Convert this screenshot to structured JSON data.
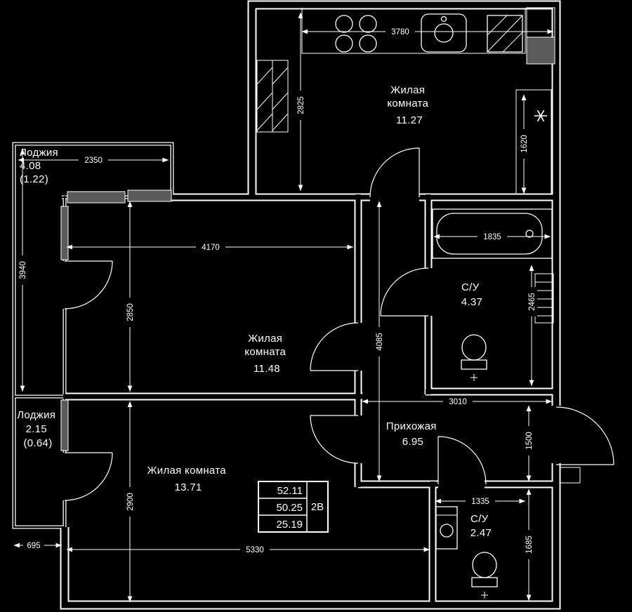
{
  "colors": {
    "background": "#000000",
    "lines": "#ffffff",
    "window_fill": "#5a5a5a"
  },
  "rooms": [
    {
      "id": "kitchen-living",
      "name_lines": [
        "Жилая",
        "комната"
      ],
      "area": "11.27"
    },
    {
      "id": "loggia-top",
      "name_lines": [
        "Лоджия"
      ],
      "area": "4.08",
      "area_coeff": "(1.22)"
    },
    {
      "id": "living-middle",
      "name_lines": [
        "Жилая",
        "комната"
      ],
      "area": "11.48"
    },
    {
      "id": "bathroom-top",
      "name_lines": [
        "С/У"
      ],
      "area": "4.37"
    },
    {
      "id": "hallway",
      "name_lines": [
        "Прихожая"
      ],
      "area": "6.95"
    },
    {
      "id": "loggia-bottom",
      "name_lines": [
        "Лоджия"
      ],
      "area": "2.15",
      "area_coeff": "(0.64)"
    },
    {
      "id": "living-bottom",
      "name_lines": [
        "Жилая комната"
      ],
      "area": "13.71"
    },
    {
      "id": "bathroom-bottom",
      "name_lines": [
        "С/У"
      ],
      "area": "2.47"
    }
  ],
  "dimensions_mm": {
    "kitchen_width": "3780",
    "kitchen_depth": "2825",
    "loggia_top_width": "2350",
    "loggia_top_length": "3940",
    "facade_niche": "1620",
    "living_middle_width": "4170",
    "living_middle_depth": "2850",
    "bathtub_length": "1835",
    "bathroom_top_depth": "2465",
    "corridor_length": "4085",
    "hallway_width": "3010",
    "hallway_depth": "1500",
    "living_bottom_depth": "2900",
    "living_bottom_width": "5330",
    "loggia_bottom_width": "695",
    "bathroom_bottom_width": "1335",
    "bathroom_bottom_depth": "1685"
  },
  "area_stamp": {
    "area_total": "52.11",
    "area_main": "50.25",
    "area_living": "25.19",
    "flat_type": "2В"
  }
}
